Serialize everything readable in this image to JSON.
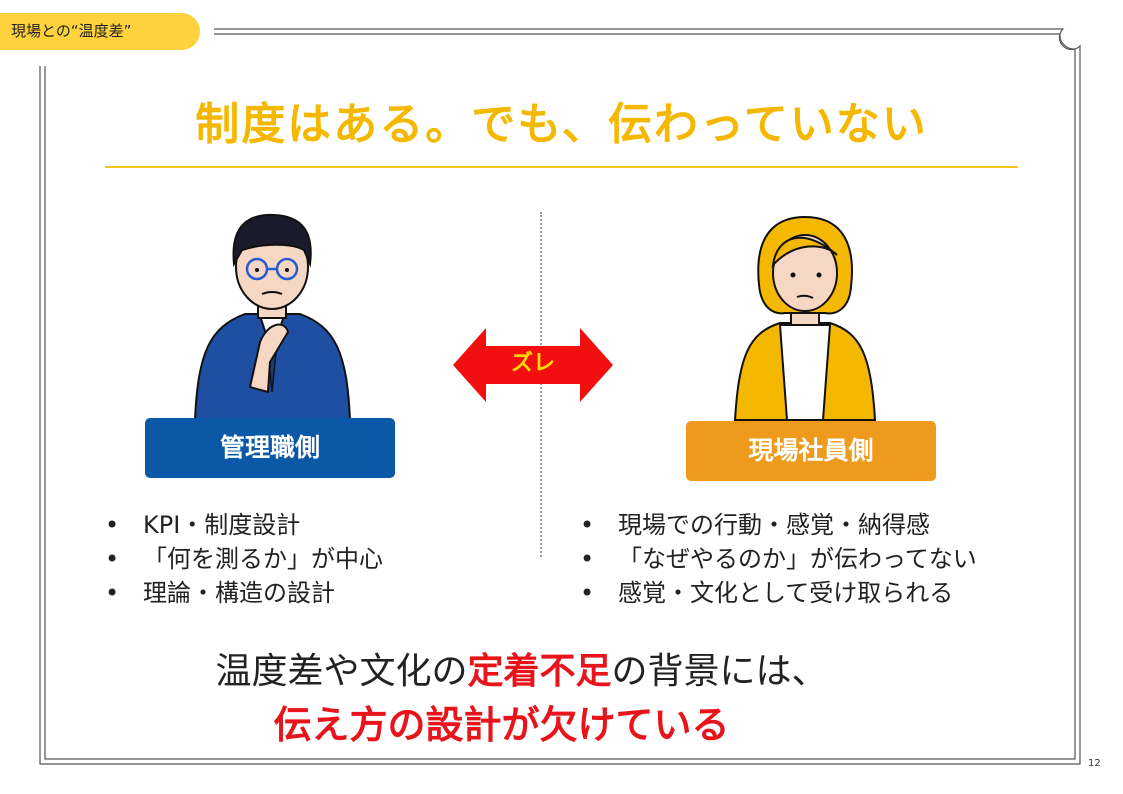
{
  "section_tag": "現場との“温度差”",
  "title": "制度はある。でも、伝わっていない",
  "arrow_label": "ズレ",
  "left": {
    "label": "管理職側",
    "bullets": [
      "KPI・制度設計",
      "「何を測るか」が中心",
      "理論・構造の設計"
    ]
  },
  "right": {
    "label": "現場社員側",
    "bullets": [
      "現場での行動・感覚・納得感",
      "「なぜやるのか」が伝わってない",
      "感覚・文化として受け取られる"
    ]
  },
  "conclusion": {
    "line1_pre": "温度差や文化の",
    "line1_em": "定着不足",
    "line1_post": "の背景には、",
    "line2": "伝え方の設計が欠けている"
  },
  "page_number": "12",
  "colors": {
    "title": "#F5B800",
    "manager": "#0B58A6",
    "staff": "#EE9A1C",
    "accent_red": "#E8141B",
    "tag": "#FDD23C"
  }
}
